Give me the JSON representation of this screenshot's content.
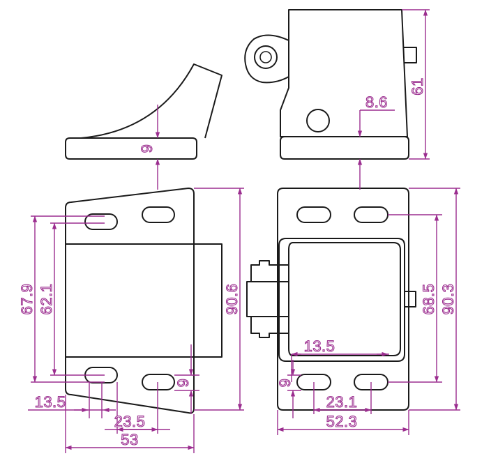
{
  "colors": {
    "outline": "#1a1a1a",
    "dimension": "#9b2d8f",
    "background": "#ffffff"
  },
  "dimensions": {
    "side_top_height": "9",
    "front_top_height": "61",
    "front_top_offset": "8.6",
    "left_outer_span": "67.9",
    "left_inner_span": "62.1",
    "left_total_height": "90.6",
    "left_slot_offset": "13.5",
    "left_slot_pitch": "23.5",
    "left_total_width": "53",
    "left_slot_height": "9",
    "right_slot_span": "68.5",
    "right_total_height": "90.3",
    "right_slot_offset": "13.5",
    "right_slot_height": "9",
    "right_slot_pitch": "23.1",
    "right_total_width": "52.3"
  }
}
